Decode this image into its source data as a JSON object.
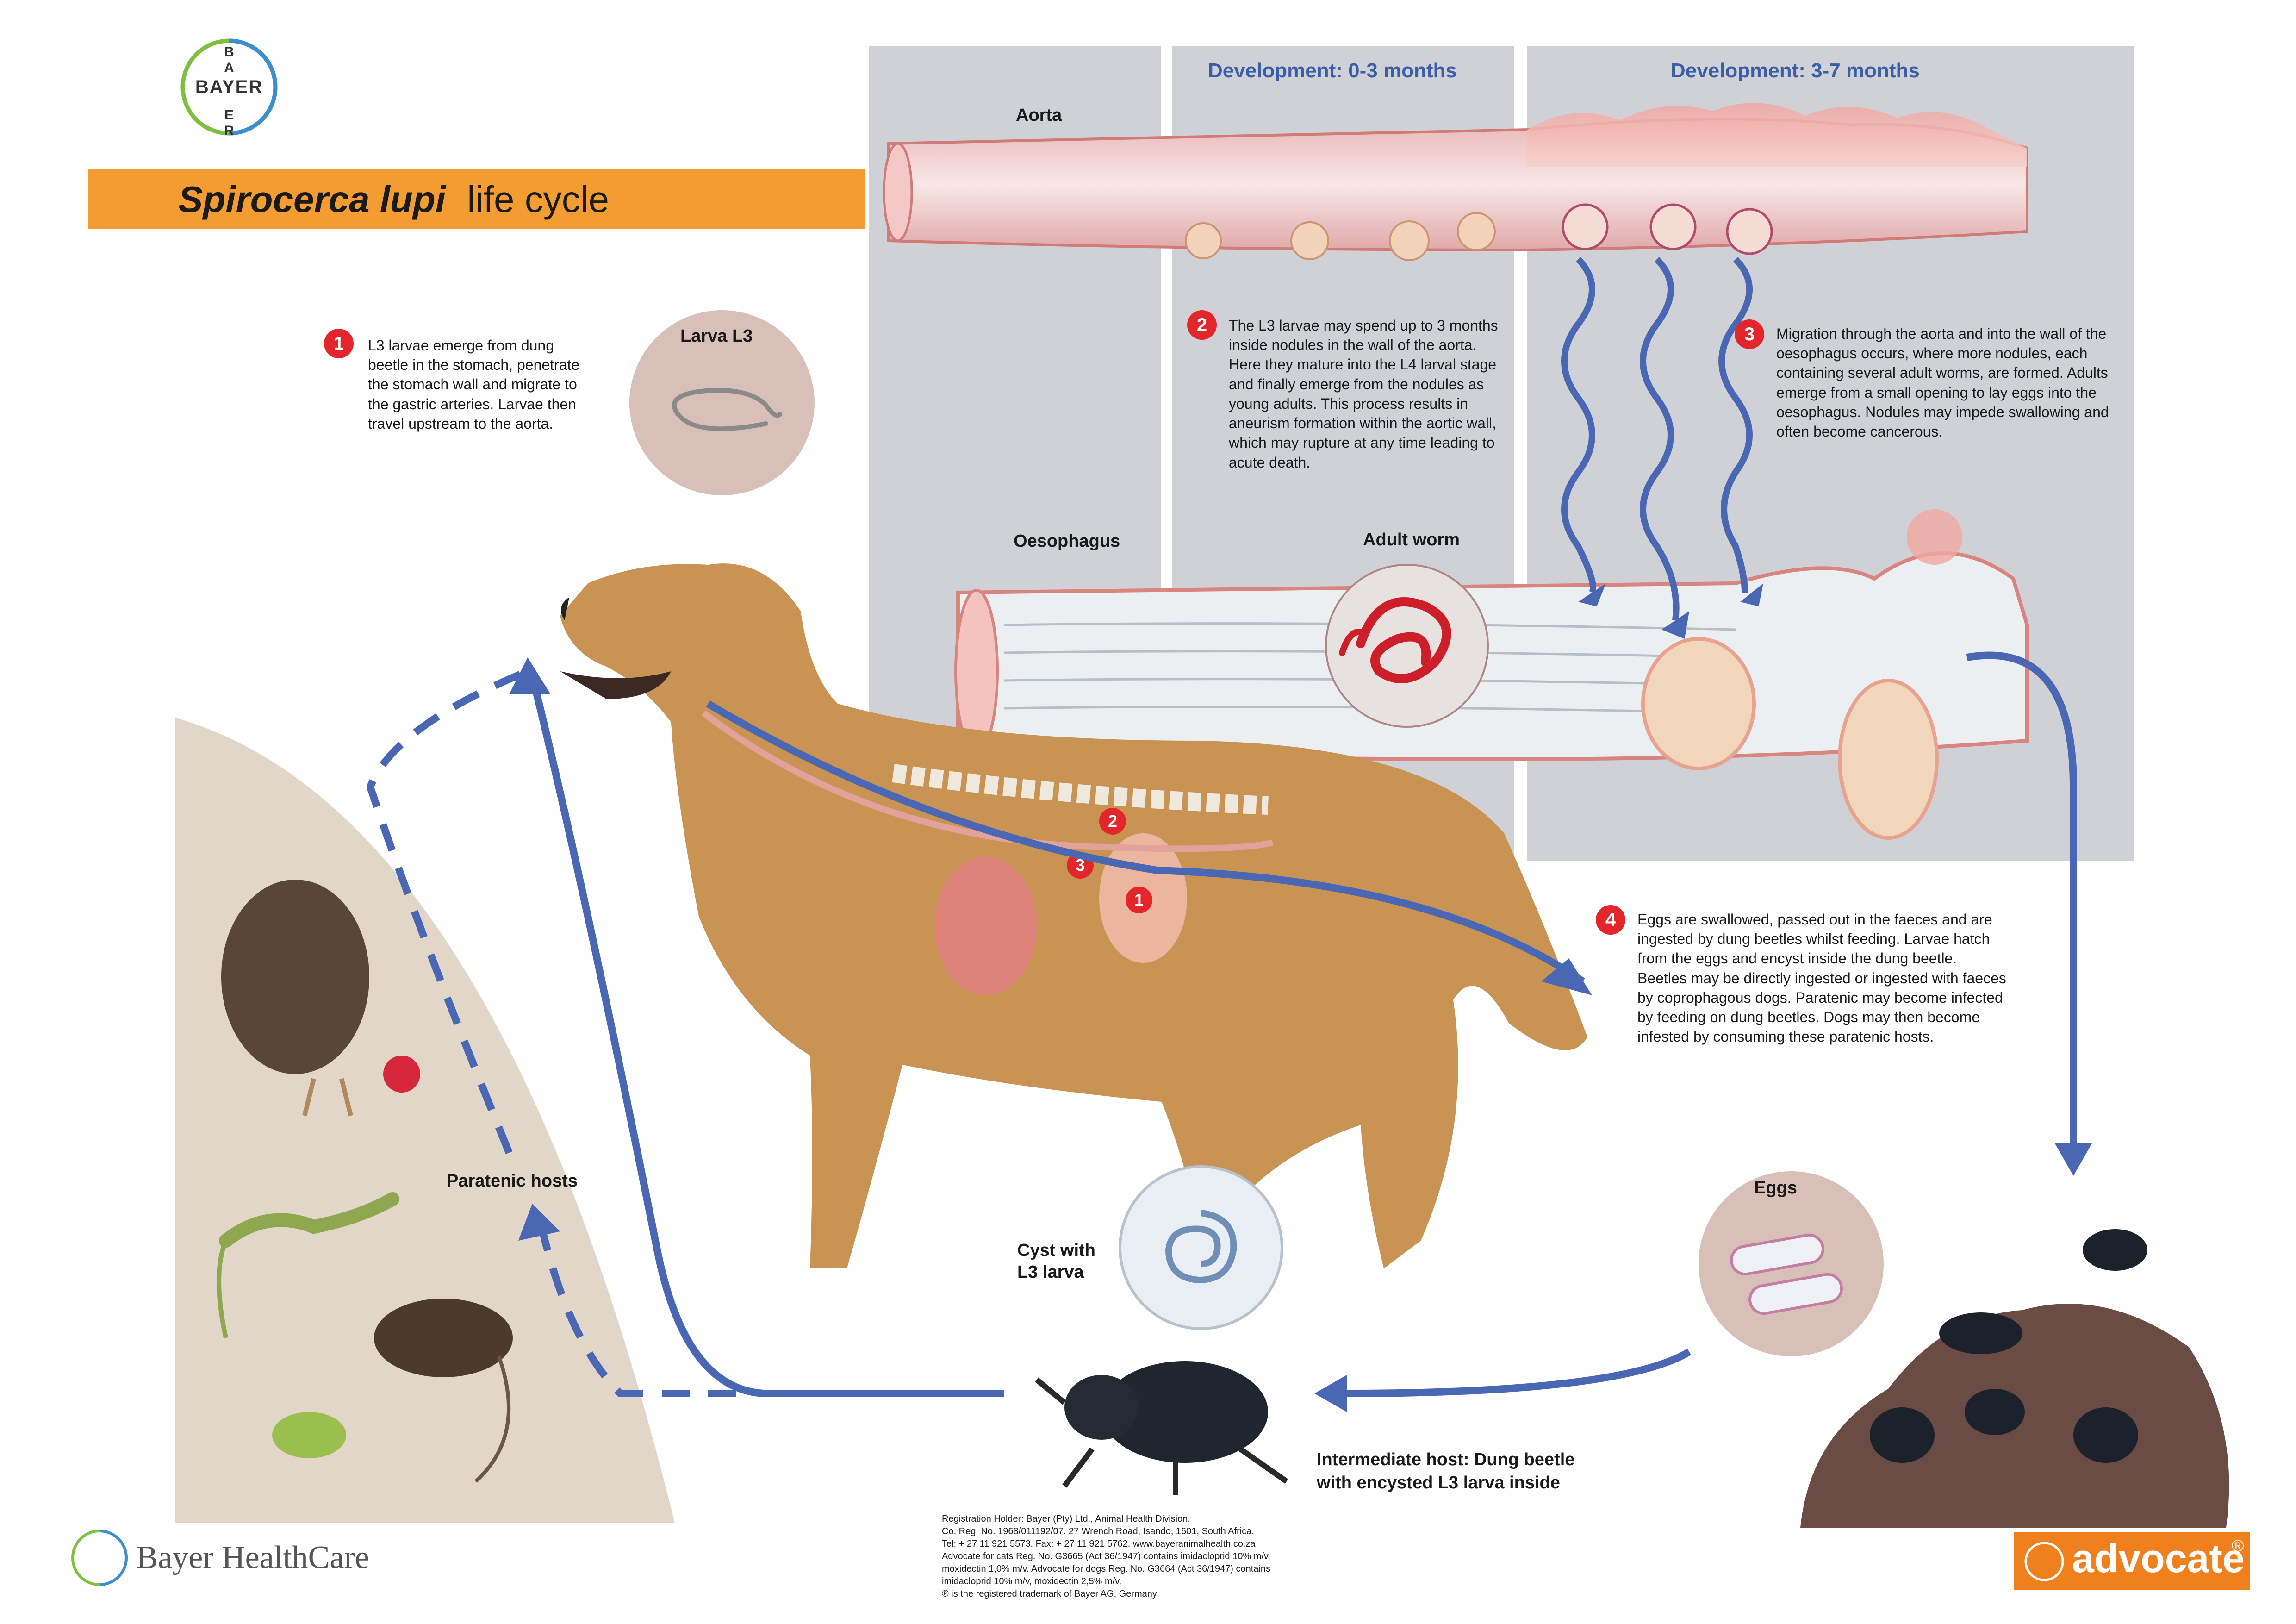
{
  "brand": {
    "logo_text": "BAYER",
    "title_species": "Spirocerca lupi",
    "title_rest": "life cycle",
    "footer_brand": "Bayer HealthCare",
    "product": "advocate",
    "product_mark": "®"
  },
  "colors": {
    "accent_orange": "#f39c32",
    "panel_gray": "#cfd1d6",
    "arrow_blue": "#4a67b3",
    "number_red": "#e3262b",
    "paratenic_bg": "#e2d6c8",
    "heading_blue": "#3a5fa8"
  },
  "panels": {
    "dev_0_3": "Development: 0-3 months",
    "dev_3_7": "Development: 3-7 months"
  },
  "labels": {
    "aorta": "Aorta",
    "oesophagus": "Oesophagus",
    "adult_worm": "Adult worm",
    "larva_l3": "Larva L3",
    "paratenic_hosts": "Paratenic hosts",
    "cyst_line1": "Cyst with",
    "cyst_line2": "L3 larva",
    "eggs": "Eggs",
    "intermediate_line1": "Intermediate host: Dung beetle",
    "intermediate_line2": "with encysted L3 larva inside"
  },
  "steps": [
    {
      "number": "1",
      "text": "L3 larvae emerge from dung beetle in the stomach, penetrate the stomach wall and migrate to the gastric arteries. Larvae then travel upstream to the aorta."
    },
    {
      "number": "2",
      "text": "The L3 larvae may spend up to 3 months inside nodules in the wall of the aorta. Here they mature into the L4 larval stage and finally emerge from the nodules as young adults. This process results in aneurism formation within the aortic wall, which may rupture at any time leading to acute death."
    },
    {
      "number": "3",
      "text": "Migration through the aorta and into the wall of the oesophagus occurs, where more nodules, each containing several adult worms, are formed. Adults emerge from a small opening to lay eggs into the oesophagus. Nodules may impede swallowing and often become cancerous."
    },
    {
      "number": "4",
      "text": "Eggs are swallowed, passed out in the faeces and are ingested by dung beetles whilst feeding. Larvae hatch from the eggs and encyst inside the dung beetle. Beetles may be directly ingested or ingested with faeces by coprophagous dogs. Paratenic may become infected by feeding on dung beetles. Dogs may then become infested by consuming these paratenic hosts."
    }
  ],
  "fine_print": [
    "Registration Holder: Bayer (Pty) Ltd., Animal Health Division.",
    "Co. Reg. No. 1968/011192/07. 27 Wrench Road, Isando, 1601, South Africa.",
    "Tel: + 27 11 921 5573. Fax: + 27 11 921 5762. www.bayeranimalhealth.co.za",
    "Advocate for cats Reg. No. G3665 (Act 36/1947) contains imidacloprid 10% m/v,",
    "moxidectin 1,0% m/v. Advocate for dogs Reg. No. G3664 (Act 36/1947) contains",
    "imidacloprid 10% m/v, moxidectin 2,5% m/v.",
    "® is the registered trademark of Bayer AG, Germany"
  ]
}
